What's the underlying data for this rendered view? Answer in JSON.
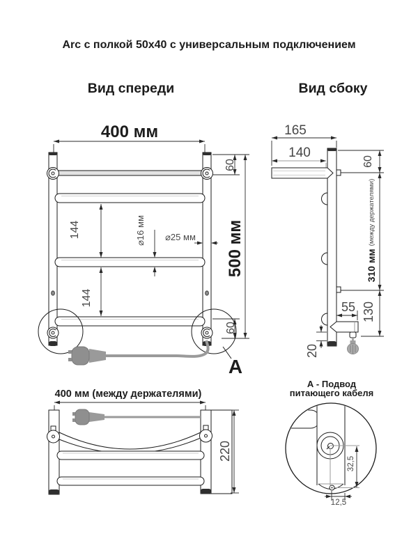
{
  "title": "Arc с полкой 50x40 с универсальным подключением",
  "front_view": {
    "label": "Вид спереди",
    "dim_width": "400 мм",
    "dim_top_offset": "60",
    "dim_rung_gap_upper": "144",
    "dim_tube_diameter": "⌀16 мм",
    "dim_post_diameter": "⌀25 мм",
    "dim_rung_gap_lower": "144",
    "dim_bottom_offset": "60",
    "dim_height": "500 мм",
    "detail_marker": "А"
  },
  "side_view": {
    "label": "Вид сбоку",
    "dim_depth_total": "165",
    "dim_shelf_depth": "140",
    "dim_top_offset": "60",
    "dim_holders_value": "310 мм",
    "dim_holders_note": "(между держателями)",
    "dim_heater_length": "55",
    "dim_bottom_section": "130",
    "dim_cable_stub": "20"
  },
  "bottom_view": {
    "dim_width": "400 мм (между держателями)",
    "dim_depth": "220"
  },
  "detail_view": {
    "title_line1": "А - Подвод",
    "title_line2": "питающего кабеля",
    "dim_cable_offset_vertical": "32,5",
    "dim_cable_offset_horizontal": "12,5"
  },
  "colors": {
    "line": "#1b1b1b",
    "dimension_text": "#474747",
    "cable_gray": "#9a9a9a"
  }
}
